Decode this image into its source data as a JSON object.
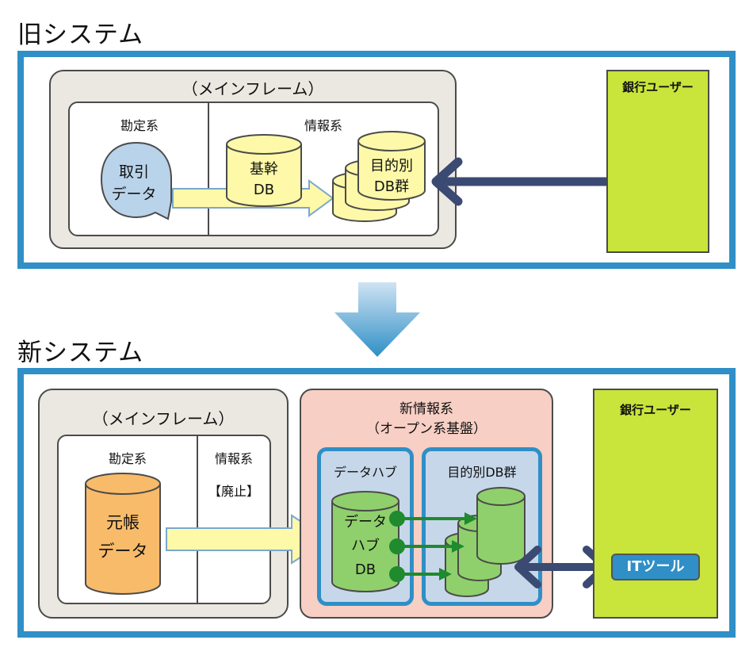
{
  "old_system": {
    "title": "旧システム",
    "mainframe_label": "（メインフレーム）",
    "accounting_label": "勘定系",
    "info_label": "情報系",
    "transaction_data_line1": "取引",
    "transaction_data_line2": "データ",
    "core_db_line1": "基幹",
    "core_db_line2": "DB",
    "purpose_db_line1": "目的別",
    "purpose_db_line2": "DB群",
    "bank_user_label": "銀行ユーザー"
  },
  "new_system": {
    "title": "新システム",
    "mainframe_label": "（メインフレーム）",
    "accounting_label": "勘定系",
    "info_label": "情報系",
    "abolished_label": "【廃止】",
    "ledger_line1": "元帳",
    "ledger_line2": "データ",
    "new_info_line1": "新情報系",
    "new_info_line2": "（オープン系基盤）",
    "data_hub_label": "データハブ",
    "hub_db_line1": "データ",
    "hub_db_line2": "ハブ",
    "hub_db_line3": "DB",
    "purpose_db_group_label": "目的別DB群",
    "bank_user_label": "銀行ユーザー",
    "it_tool_label": "ITツール"
  },
  "colors": {
    "frame_blue": "#2f8fc6",
    "bank_user_green": "#c9e43a",
    "cylinder_yellow": "#fdf9a8",
    "cylinder_orange": "#f8bb6a",
    "cylinder_green": "#8fd06c",
    "bubble_blue": "#b9d3ea",
    "arrow_navy": "#3a4a73",
    "hub_arrow_green": "#1f8a2e"
  }
}
